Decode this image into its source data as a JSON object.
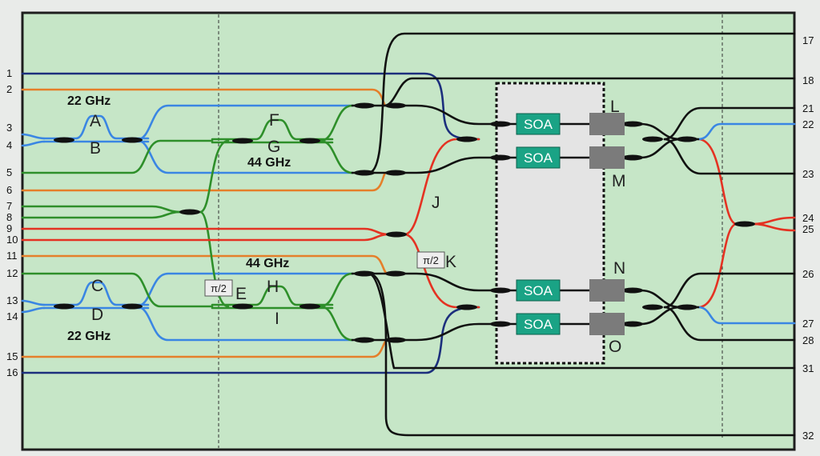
{
  "diagram": {
    "colors": {
      "background": "#c6e6c7",
      "frame": "#1e1e1e",
      "soa_region": "#e4e4e4",
      "soa_fill": "#1aa385",
      "modulator_fill": "#7b7b7b",
      "navy": "#1c2f7d",
      "orange": "#e57f2a",
      "blue": "#3a86e3",
      "green": "#2e8f2a",
      "red": "#e43222",
      "black": "#111111"
    },
    "ports_left": [
      "1",
      "2",
      "3",
      "4",
      "5",
      "6",
      "7",
      "8",
      "9",
      "10",
      "11",
      "12",
      "13",
      "14",
      "15",
      "16"
    ],
    "ports_right": [
      "17",
      "18",
      "21",
      "22",
      "23",
      "24",
      "25",
      "26",
      "27",
      "28",
      "31",
      "32"
    ],
    "labels": {
      "A": "A",
      "B": "B",
      "C": "C",
      "D": "D",
      "E": "E",
      "F": "F",
      "G": "G",
      "H": "H",
      "I": "I",
      "J": "J",
      "K": "K",
      "L": "L",
      "M": "M",
      "N": "N",
      "O": "O"
    },
    "freqs": {
      "f1": "22 GHz",
      "f2": "44 GHz",
      "f3": "44 GHz",
      "f4": "22 GHz"
    },
    "soa_label": "SOA",
    "phase_label": "π/2"
  }
}
